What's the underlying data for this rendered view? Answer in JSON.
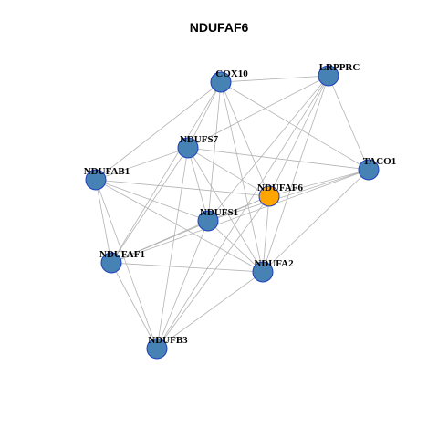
{
  "title": "NDUFAF6",
  "colors": {
    "default_node": "#4682b4",
    "focus_node": "#ffa500",
    "node_border": "#1f3fbf",
    "edge": "#b3b3b3"
  },
  "network": {
    "nodes": [
      {
        "id": "COX10",
        "label": "COX10",
        "focus": false
      },
      {
        "id": "LRPPRC",
        "label": "LRPPRC",
        "focus": false
      },
      {
        "id": "NDUFS7",
        "label": "NDUFS7",
        "focus": false
      },
      {
        "id": "NDUFAB1",
        "label": "NDUFAB1",
        "focus": false
      },
      {
        "id": "TACO1",
        "label": "TACO1",
        "focus": false
      },
      {
        "id": "NDUFAF6",
        "label": "NDUFAF6",
        "focus": true
      },
      {
        "id": "NDUFS1",
        "label": "NDUFS1",
        "focus": false
      },
      {
        "id": "NDUFAF1",
        "label": "NDUFAF1",
        "focus": false
      },
      {
        "id": "NDUFA2",
        "label": "NDUFA2",
        "focus": false
      },
      {
        "id": "NDUFB3",
        "label": "NDUFB3",
        "focus": false
      }
    ],
    "edges": [
      [
        "COX10",
        "LRPPRC"
      ],
      [
        "COX10",
        "NDUFS7"
      ],
      [
        "COX10",
        "NDUFAB1"
      ],
      [
        "COX10",
        "TACO1"
      ],
      [
        "COX10",
        "NDUFAF6"
      ],
      [
        "COX10",
        "NDUFS1"
      ],
      [
        "COX10",
        "NDUFAF1"
      ],
      [
        "COX10",
        "NDUFA2"
      ],
      [
        "LRPPRC",
        "NDUFS7"
      ],
      [
        "LRPPRC",
        "TACO1"
      ],
      [
        "LRPPRC",
        "NDUFAF6"
      ],
      [
        "LRPPRC",
        "NDUFS1"
      ],
      [
        "LRPPRC",
        "NDUFA2"
      ],
      [
        "LRPPRC",
        "NDUFB3"
      ],
      [
        "NDUFS7",
        "NDUFAB1"
      ],
      [
        "NDUFS7",
        "TACO1"
      ],
      [
        "NDUFS7",
        "NDUFAF6"
      ],
      [
        "NDUFS7",
        "NDUFS1"
      ],
      [
        "NDUFS7",
        "NDUFAF1"
      ],
      [
        "NDUFS7",
        "NDUFA2"
      ],
      [
        "NDUFS7",
        "NDUFB3"
      ],
      [
        "NDUFAB1",
        "NDUFAF6"
      ],
      [
        "NDUFAB1",
        "NDUFS1"
      ],
      [
        "NDUFAB1",
        "NDUFAF1"
      ],
      [
        "NDUFAB1",
        "NDUFA2"
      ],
      [
        "NDUFAB1",
        "NDUFB3"
      ],
      [
        "TACO1",
        "NDUFAF6"
      ],
      [
        "TACO1",
        "NDUFS1"
      ],
      [
        "TACO1",
        "NDUFA2"
      ],
      [
        "TACO1",
        "NDUFAF1"
      ],
      [
        "NDUFAF6",
        "NDUFS1"
      ],
      [
        "NDUFAF6",
        "NDUFAF1"
      ],
      [
        "NDUFAF6",
        "NDUFA2"
      ],
      [
        "NDUFAF6",
        "NDUFB3"
      ],
      [
        "NDUFS1",
        "NDUFAF1"
      ],
      [
        "NDUFS1",
        "NDUFA2"
      ],
      [
        "NDUFS1",
        "NDUFB3"
      ],
      [
        "NDUFAF1",
        "NDUFA2"
      ],
      [
        "NDUFAF1",
        "NDUFB3"
      ],
      [
        "NDUFA2",
        "NDUFB3"
      ]
    ]
  }
}
